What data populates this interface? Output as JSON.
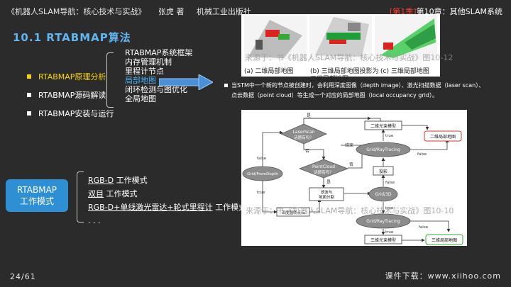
{
  "header": {
    "book_title": "《机器人SLAM导航：核心技术与实战》",
    "author": "张虎 著",
    "publisher": "机械工业出版社",
    "season": "[第1季]",
    "chapter": "第10章：其他SLAM系统"
  },
  "section_title": "10.1 RTABMAP算法",
  "bullets": [
    {
      "label": "RTABMAP原理分析",
      "active": true
    },
    {
      "label": "RTABMAP源码解读",
      "active": false
    },
    {
      "label": "RTABMAP安装与运行",
      "active": false
    }
  ],
  "sublist": [
    "RTABMAP系统框架",
    "内存管理机制",
    "里程计节点",
    "局部地图",
    "闭环检测与图优化",
    "全局地图"
  ],
  "top_figure": {
    "caption_a": "(a) 二维局部地图",
    "caption_b": "(b) 三维局部地图投影为二维局部地图",
    "caption_c": "(c) 三维局部地图",
    "watermark": "来源于：书《机器人SLAM导航：核心技术与实战》图10-12"
  },
  "description": {
    "line1": "当STM中一个新的节点被创建时，会利用深度图像（depth image）、激光扫描数据（laser scan）、",
    "line2": "点云数据（point cloud）等生成一个对应的局部地图（local occupancy grid）。"
  },
  "flowchart": {
    "watermark": "来源于：书《机器人SLAM导航：核心技术与实战》图10-10",
    "nodes": {
      "laserscan": "LaserScan",
      "laserscan2": "话题有吗？",
      "pointcloud": "PointCloud",
      "pointcloud2": "话题有吗？",
      "grid_from_depth": "Grid/FromDepth",
      "grid_raytracing_top": "Grid/RayTracing",
      "grid_3d": "Grid/3D",
      "grid_raytracing_bottom": "Grid/RayTracing",
      "two_d_model": "二维光束模型",
      "two_d_local": "二维局部地图",
      "projection": "投影",
      "filter1": "滤波与",
      "filter2": "地面分割",
      "depth_to_points": "深度图转点云",
      "three_d_model": "三维光束模型",
      "three_d_local": "三维局部地图"
    },
    "labels": {
      "yes": "是",
      "no": "否",
      "true": "true",
      "false": "false",
      "end": "结束"
    }
  },
  "mode_box": {
    "line1": "RTABMAP",
    "line2": "工作模式"
  },
  "modes": [
    {
      "name": "RGB-D",
      "suffix": "工作模式"
    },
    {
      "name": "双目",
      "suffix": "工作模式"
    },
    {
      "name": "RGB-D+单线激光雷达+轮式里程计",
      "suffix": "工作模式"
    },
    {
      "name": ". . .",
      "suffix": ""
    }
  ],
  "footer": {
    "page": "24/61",
    "download": "课件下载：www.xiihoo.com"
  },
  "colors": {
    "background": "#2b2b2b",
    "title_blue": "#5fb6f0",
    "active_yellow": "#f7d400",
    "highlight_blue": "#4db2f0",
    "season_red": "#ff3b30",
    "mode_box": "#2f8fd4"
  }
}
